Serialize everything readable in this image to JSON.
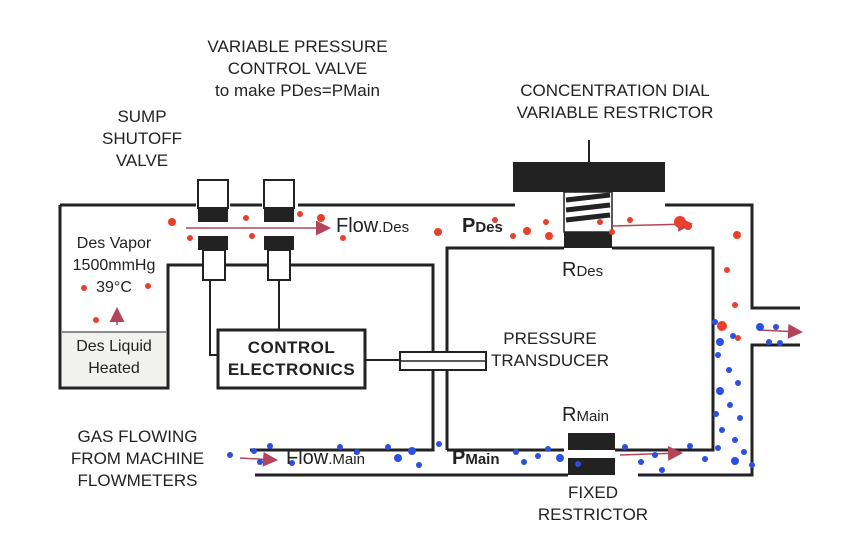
{
  "labels": {
    "variable_pressure_valve": [
      "VARIABLE PRESSURE",
      "CONTROL VALVE",
      "to make PDes=PMain"
    ],
    "sump_shutoff_valve": [
      "SUMP",
      "SHUTOFF",
      "VALVE"
    ],
    "concentration_dial": [
      "CONCENTRATION DIAL",
      "VARIABLE RESTRICTOR"
    ],
    "des_vapor": [
      "Des Vapor",
      "1500mmHg",
      "39°C"
    ],
    "des_liquid": [
      "Des Liquid",
      "Heated"
    ],
    "control_electronics": [
      "CONTROL",
      "ELECTRONICS"
    ],
    "pressure_transducer": [
      "PRESSURE",
      "TRANSDUCER"
    ],
    "gas_flowing": [
      "GAS FLOWING",
      "FROM MACHINE",
      "FLOWMETERS"
    ],
    "fixed_restrictor": [
      "FIXED",
      "RESTRICTOR"
    ]
  },
  "flow_des": {
    "main": "Flow",
    "sub": ".Des"
  },
  "flow_main": {
    "main": "Flow",
    "sub": ".Main"
  },
  "p_des": {
    "main": "P",
    "sub": "Des"
  },
  "p_main": {
    "main": "P",
    "sub": "Main"
  },
  "r_des": {
    "main": "R",
    "sub": "Des"
  },
  "r_main": {
    "main": "R",
    "sub": "Main"
  },
  "colors": {
    "outline": "#222222",
    "vapor_dot": "#e8402a",
    "gas_dot": "#2b4fe0",
    "arrow": "#b3455a"
  }
}
